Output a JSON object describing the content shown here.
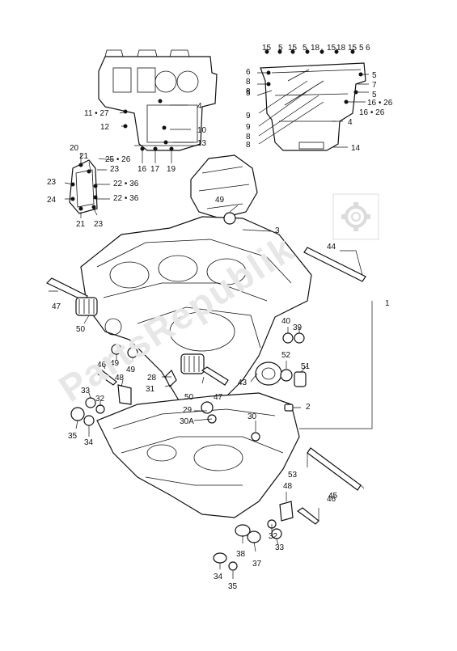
{
  "watermark": "PartsRepublik",
  "watermark_icon": "gear-icon",
  "labels": [
    {
      "id": "l15a",
      "text": "15"
    },
    {
      "id": "l5a",
      "text": "5"
    },
    {
      "id": "l15b",
      "text": "15"
    },
    {
      "id": "l5b",
      "text": "5"
    },
    {
      "id": "l18a",
      "text": "18"
    },
    {
      "id": "l15c",
      "text": "15"
    },
    {
      "id": "l18b",
      "text": "18"
    },
    {
      "id": "l15d",
      "text": "15"
    },
    {
      "id": "l5c",
      "text": "5"
    },
    {
      "id": "l6a",
      "text": "6"
    },
    {
      "id": "l6b",
      "text": "6"
    },
    {
      "id": "l5d",
      "text": "5"
    },
    {
      "id": "l8a",
      "text": "8"
    },
    {
      "id": "l7",
      "text": "7"
    },
    {
      "id": "l8b",
      "text": "8"
    },
    {
      "id": "l5e",
      "text": "5"
    },
    {
      "id": "l9a",
      "text": "9"
    },
    {
      "id": "l5f",
      "text": "5"
    },
    {
      "id": "l1626a",
      "text": "16 • 26"
    },
    {
      "id": "l9b",
      "text": "9"
    },
    {
      "id": "l1626b",
      "text": "16 • 26"
    },
    {
      "id": "l8c",
      "text": "8"
    },
    {
      "id": "l4b",
      "text": "4"
    },
    {
      "id": "l8d",
      "text": "8"
    },
    {
      "id": "l14",
      "text": "14"
    },
    {
      "id": "l4a",
      "text": "4"
    },
    {
      "id": "l1127",
      "text": "11 • 27"
    },
    {
      "id": "l12",
      "text": "12"
    },
    {
      "id": "l10",
      "text": "10"
    },
    {
      "id": "l13",
      "text": "13"
    },
    {
      "id": "l16",
      "text": "16"
    },
    {
      "id": "l17",
      "text": "17"
    },
    {
      "id": "l19",
      "text": "19"
    },
    {
      "id": "l20",
      "text": "20"
    },
    {
      "id": "l21a",
      "text": "21"
    },
    {
      "id": "l2526",
      "text": "25 • 26"
    },
    {
      "id": "l23a",
      "text": "23"
    },
    {
      "id": "l23b",
      "text": "23"
    },
    {
      "id": "l2236a",
      "text": "22 • 36"
    },
    {
      "id": "l24",
      "text": "24"
    },
    {
      "id": "l2236b",
      "text": "22 • 36"
    },
    {
      "id": "l21b",
      "text": "21"
    },
    {
      "id": "l23c",
      "text": "23"
    },
    {
      "id": "l49a",
      "text": "49"
    },
    {
      "id": "l3",
      "text": "3"
    },
    {
      "id": "l44",
      "text": "44"
    },
    {
      "id": "l1",
      "text": "1"
    },
    {
      "id": "l47a",
      "text": "47"
    },
    {
      "id": "l50a",
      "text": "50"
    },
    {
      "id": "l40",
      "text": "40"
    },
    {
      "id": "l39",
      "text": "39"
    },
    {
      "id": "l49b",
      "text": "49"
    },
    {
      "id": "l49c",
      "text": "49"
    },
    {
      "id": "l52",
      "text": "52"
    },
    {
      "id": "l51",
      "text": "51"
    },
    {
      "id": "l46a",
      "text": "46"
    },
    {
      "id": "l48a",
      "text": "48"
    },
    {
      "id": "l28",
      "text": "28"
    },
    {
      "id": "l31",
      "text": "31"
    },
    {
      "id": "l50b",
      "text": "50"
    },
    {
      "id": "l47b",
      "text": "47"
    },
    {
      "id": "l43",
      "text": "43"
    },
    {
      "id": "l33a",
      "text": "33"
    },
    {
      "id": "l32a",
      "text": "32"
    },
    {
      "id": "l2",
      "text": "2"
    },
    {
      "id": "l29",
      "text": "29"
    },
    {
      "id": "l30A",
      "text": "30A"
    },
    {
      "id": "l30",
      "text": "30"
    },
    {
      "id": "l35a",
      "text": "35"
    },
    {
      "id": "l34a",
      "text": "34"
    },
    {
      "id": "l53",
      "text": "53"
    },
    {
      "id": "l45",
      "text": "45"
    },
    {
      "id": "l48b",
      "text": "48"
    },
    {
      "id": "l46b",
      "text": "46"
    },
    {
      "id": "l32b",
      "text": "32"
    },
    {
      "id": "l33b",
      "text": "33"
    },
    {
      "id": "l38",
      "text": "38"
    },
    {
      "id": "l37",
      "text": "37"
    },
    {
      "id": "l34b",
      "text": "34"
    },
    {
      "id": "l35b",
      "text": "35"
    }
  ]
}
